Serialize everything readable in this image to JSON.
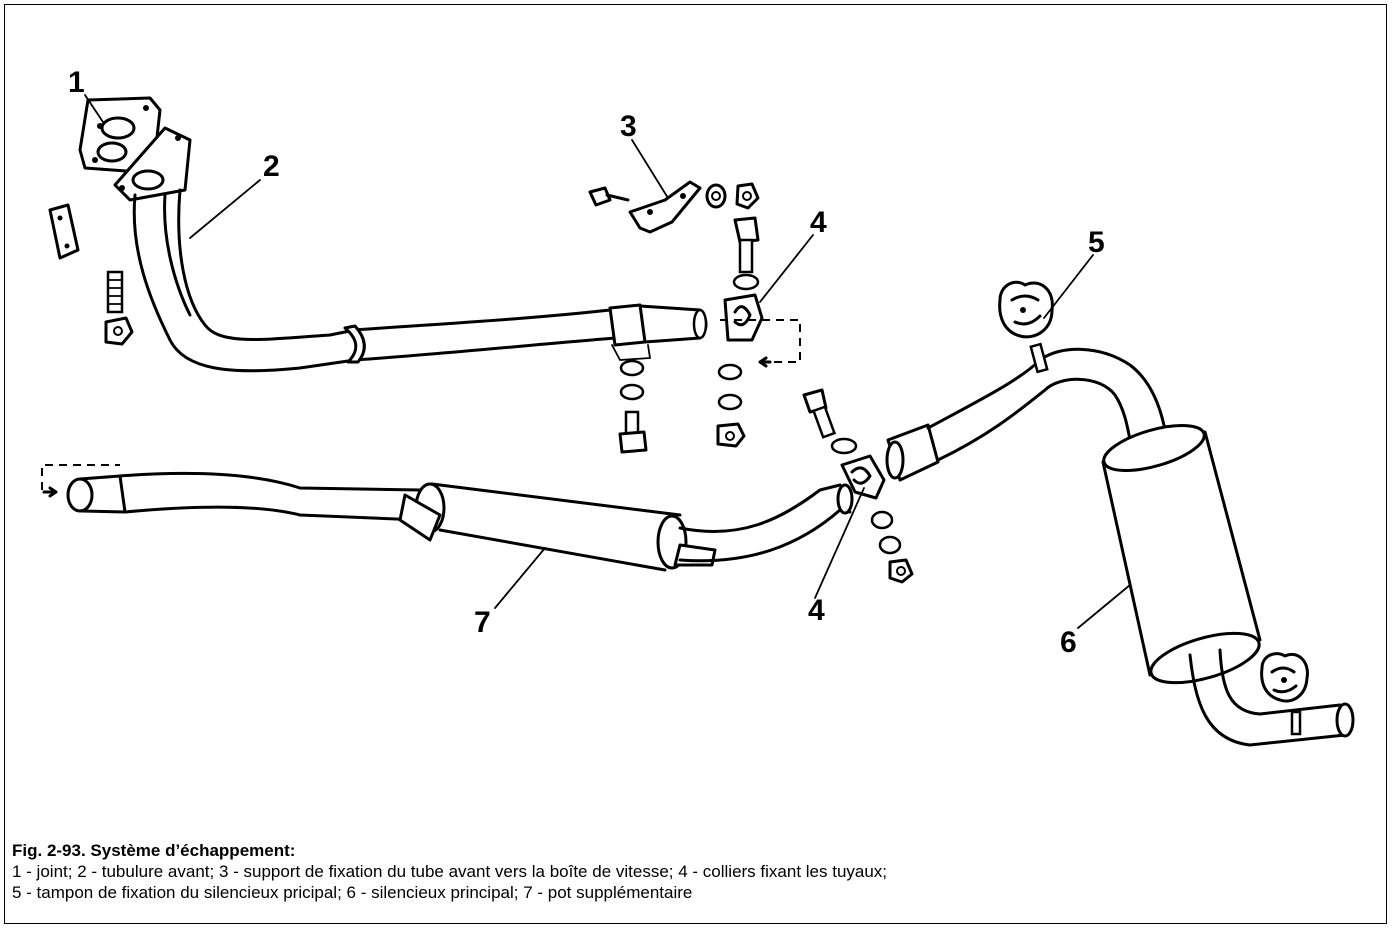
{
  "figure": {
    "callouts": {
      "c1": "1",
      "c2": "2",
      "c3": "3",
      "c4a": "4",
      "c4b": "4",
      "c5": "5",
      "c6": "6",
      "c7": "7"
    }
  },
  "caption": {
    "title": "Fig. 2-93. Système d’échappement:",
    "line1": "1 - joint; 2 - tubulure avant; 3 - support de fixation du tube avant vers la boîte de vitesse; 4 - colliers fixant les tuyaux;",
    "line2": "5 - tampon de fixation du silencieux pricipal; 6 - silencieux principal; 7 - pot supplémentaire"
  }
}
